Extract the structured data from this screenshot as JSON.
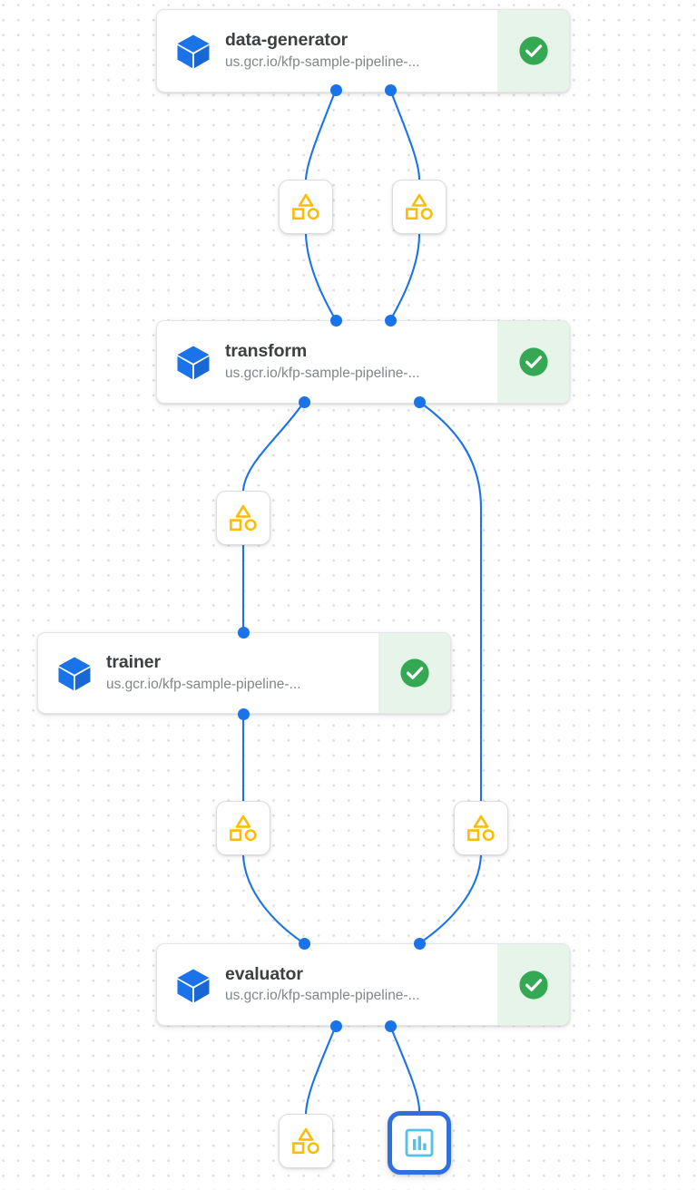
{
  "graph": {
    "title": "pipeline-run-graph",
    "colors": {
      "edge": "#1a73e8",
      "port": "#1a73e8",
      "status_bg": "#e6f4ea",
      "status_icon": "#34a853",
      "artifact_glyph": "#fbbc04",
      "metric_glyph": "#4fc3e8",
      "metric_border": "#2f6fe0",
      "cube": "#1a73e8",
      "grid_dot": "#dadce0",
      "title_text": "#3c4043",
      "sub_text": "#80868b"
    },
    "component_nodes": [
      {
        "id": "data-generator",
        "title": "data-generator",
        "subtitle": "us.gcr.io/kfp-sample-pipeline-...",
        "status": "succeeded",
        "status_icon": "check-circle-icon",
        "type_icon": "cube-icon"
      },
      {
        "id": "transform",
        "title": "transform",
        "subtitle": "us.gcr.io/kfp-sample-pipeline-...",
        "status": "succeeded",
        "status_icon": "check-circle-icon",
        "type_icon": "cube-icon"
      },
      {
        "id": "trainer",
        "title": "trainer",
        "subtitle": "us.gcr.io/kfp-sample-pipeline-...",
        "status": "succeeded",
        "status_icon": "check-circle-icon",
        "type_icon": "cube-icon"
      },
      {
        "id": "evaluator",
        "title": "evaluator",
        "subtitle": "us.gcr.io/kfp-sample-pipeline-...",
        "status": "succeeded",
        "status_icon": "check-circle-icon",
        "type_icon": "cube-icon"
      }
    ],
    "artifact_nodes": [
      {
        "id": "artifact-1",
        "icon": "artifact-shapes-icon",
        "selected": false
      },
      {
        "id": "artifact-2",
        "icon": "artifact-shapes-icon",
        "selected": false
      },
      {
        "id": "artifact-3",
        "icon": "artifact-shapes-icon",
        "selected": false
      },
      {
        "id": "artifact-4",
        "icon": "artifact-shapes-icon",
        "selected": false
      },
      {
        "id": "artifact-5",
        "icon": "artifact-shapes-icon",
        "selected": false
      },
      {
        "id": "artifact-6",
        "icon": "artifact-shapes-icon",
        "selected": false
      },
      {
        "id": "metric-1",
        "icon": "bar-chart-metric-icon",
        "selected": true
      }
    ]
  }
}
